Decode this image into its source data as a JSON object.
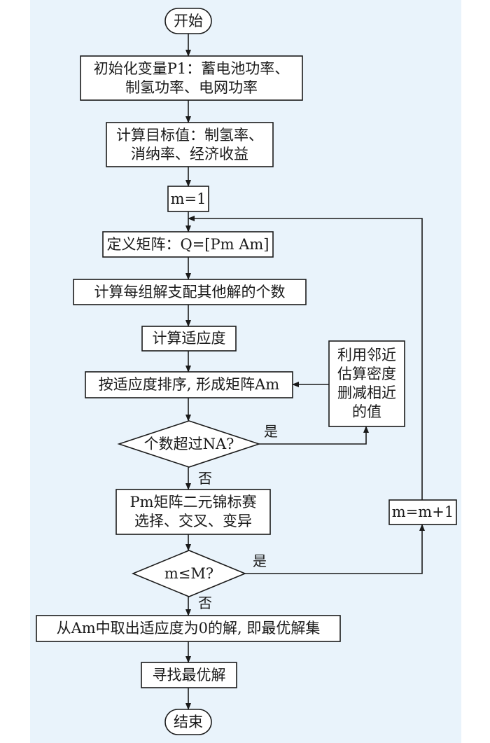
{
  "nodes": {
    "start": "开始",
    "init": [
      "初始化变量P1：蓄电池功率、",
      "制氢功率、电网功率"
    ],
    "calc_target": [
      "计算目标值：制氢率、",
      "消纳率、经济收益"
    ],
    "m_init": "m=1",
    "define_matrix": "定义矩阵：Q=[Pm  Am]",
    "count_dominance": "计算每组解支配其他解的个数",
    "fitness": "计算适应度",
    "sort": "按适应度排序, 形成矩阵Am",
    "decision_count": "个数超过NA?",
    "prune": [
      "利用邻近",
      "估算密度",
      "删减相近",
      "的值"
    ],
    "tournament": [
      "Pm矩阵二元锦标赛",
      "选择、交叉、变异"
    ],
    "m_increment": "m=m+1",
    "decision_m": "m≤M?",
    "extract": "从Am中取出适应度为0的解, 即最优解集",
    "find_optimal": "寻找最优解",
    "end": "结束"
  },
  "edges": {
    "yes_1": "是",
    "no_1": "否",
    "yes_2": "是",
    "no_2": "否"
  },
  "colors": {
    "panel_background": "#e9f3fb",
    "box_fill": "#ffffff",
    "stroke": "#1a1a1a"
  }
}
